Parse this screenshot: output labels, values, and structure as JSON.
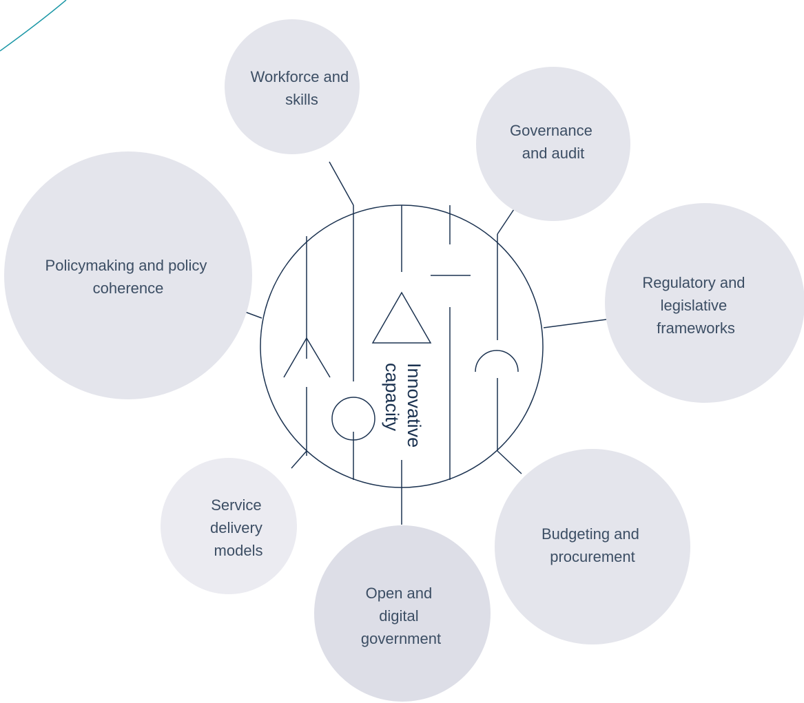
{
  "center": {
    "label": "Innovative capacity",
    "lines": [
      "Innovative",
      "capacity"
    ]
  },
  "nodes": [
    {
      "id": "workforce",
      "label_lines": [
        "Workforce and",
        "skills"
      ],
      "fill": "#e4e5ec"
    },
    {
      "id": "governance",
      "label_lines": [
        "Governance",
        "and audit"
      ],
      "fill": "#e4e5ec"
    },
    {
      "id": "regulatory",
      "label_lines": [
        "Regulatory and",
        "legislative",
        "frameworks"
      ],
      "fill": "#e4e5ec"
    },
    {
      "id": "budgeting",
      "label_lines": [
        "Budgeting and",
        "procurement"
      ],
      "fill": "#e4e5ec"
    },
    {
      "id": "open-digital",
      "label_lines": [
        "Open and",
        "digital",
        "government"
      ],
      "fill": "#dddee7"
    },
    {
      "id": "service-delivery",
      "label_lines": [
        "Service",
        "delivery",
        "models"
      ],
      "fill": "#ebebf1"
    },
    {
      "id": "policymaking",
      "label_lines": [
        "Policymaking and policy",
        "coherence"
      ],
      "fill": "#e4e5ec"
    }
  ],
  "colors": {
    "line": "#1b3250",
    "text": "#3c4e64",
    "accent_arc": "#1b97a6",
    "background": "#ffffff"
  }
}
